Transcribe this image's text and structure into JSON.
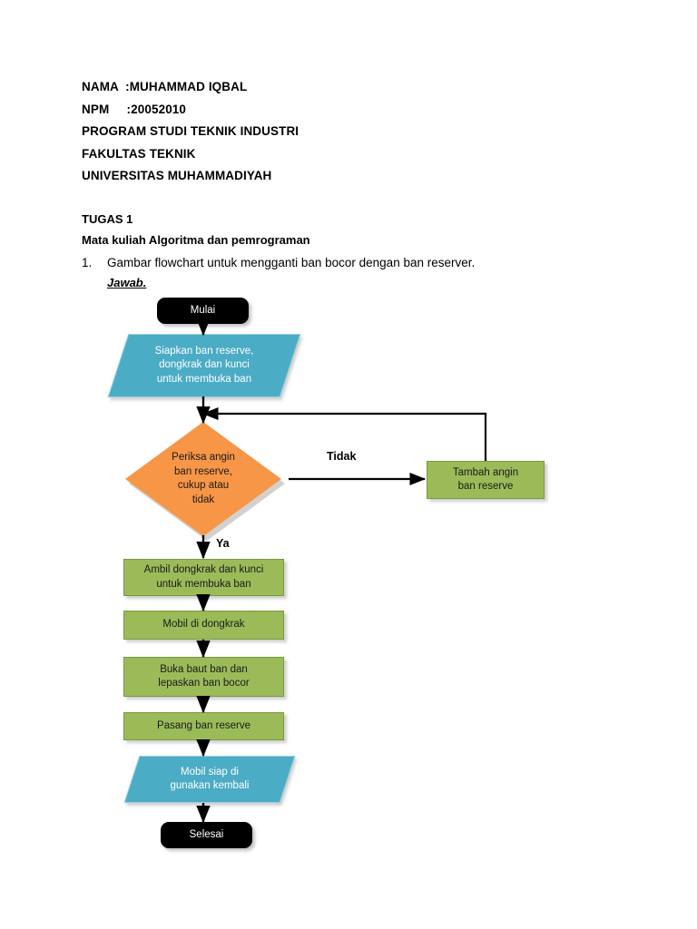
{
  "document": {
    "header_lines": [
      "NAMA  :MUHAMMAD IQBAL",
      "NPM     :20052010",
      "PROGRAM STUDI TEKNIK INDUSTRI",
      "FAKULTAS TEKNIK",
      "UNIVERSITAS MUHAMMADIYAH"
    ],
    "assignment_title": "TUGAS 1",
    "course_line": "Mata kuliah Algoritma dan pemrograman",
    "question_number": "1.",
    "question_text": "Gambar flowchart untuk mengganti ban bocor dengan ban reserver.",
    "answer_label": "Jawab."
  },
  "flowchart": {
    "nodes": [
      {
        "id": "start",
        "type": "terminator",
        "label": "Mulai"
      },
      {
        "id": "prepare",
        "type": "data",
        "label": "Siapkan ban reserve,\ndongkrak dan kunci\nuntuk membuka ban"
      },
      {
        "id": "check",
        "type": "decision",
        "label": "Periksa angin\nban reserve,\ncukup atau\ntidak"
      },
      {
        "id": "addair",
        "type": "process",
        "label": "Tambah angin\nban reserve"
      },
      {
        "id": "takejack",
        "type": "process",
        "label": "Ambil dongkrak dan kunci\nuntuk membuka ban"
      },
      {
        "id": "jackup",
        "type": "process",
        "label": "Mobil di dongkrak"
      },
      {
        "id": "removebolt",
        "type": "process",
        "label": "Buka baut ban dan\nlepaskan ban bocor"
      },
      {
        "id": "mounttire",
        "type": "process",
        "label": "Pasang ban reserve"
      },
      {
        "id": "ready",
        "type": "data",
        "label": "Mobil siap di\ngunakan kembali"
      },
      {
        "id": "end",
        "type": "terminator",
        "label": "Selesai"
      }
    ],
    "branch_labels": {
      "no": "Tidak",
      "yes": "Ya"
    },
    "colors": {
      "terminator_fill": "#000000",
      "terminator_text": "#FFFFFF",
      "data_fill": "#4BACC6",
      "decision_fill": "#F79646",
      "process_fill": "#9BBB59",
      "connector": "#000000",
      "text_dark": "#1A1A1A"
    }
  }
}
